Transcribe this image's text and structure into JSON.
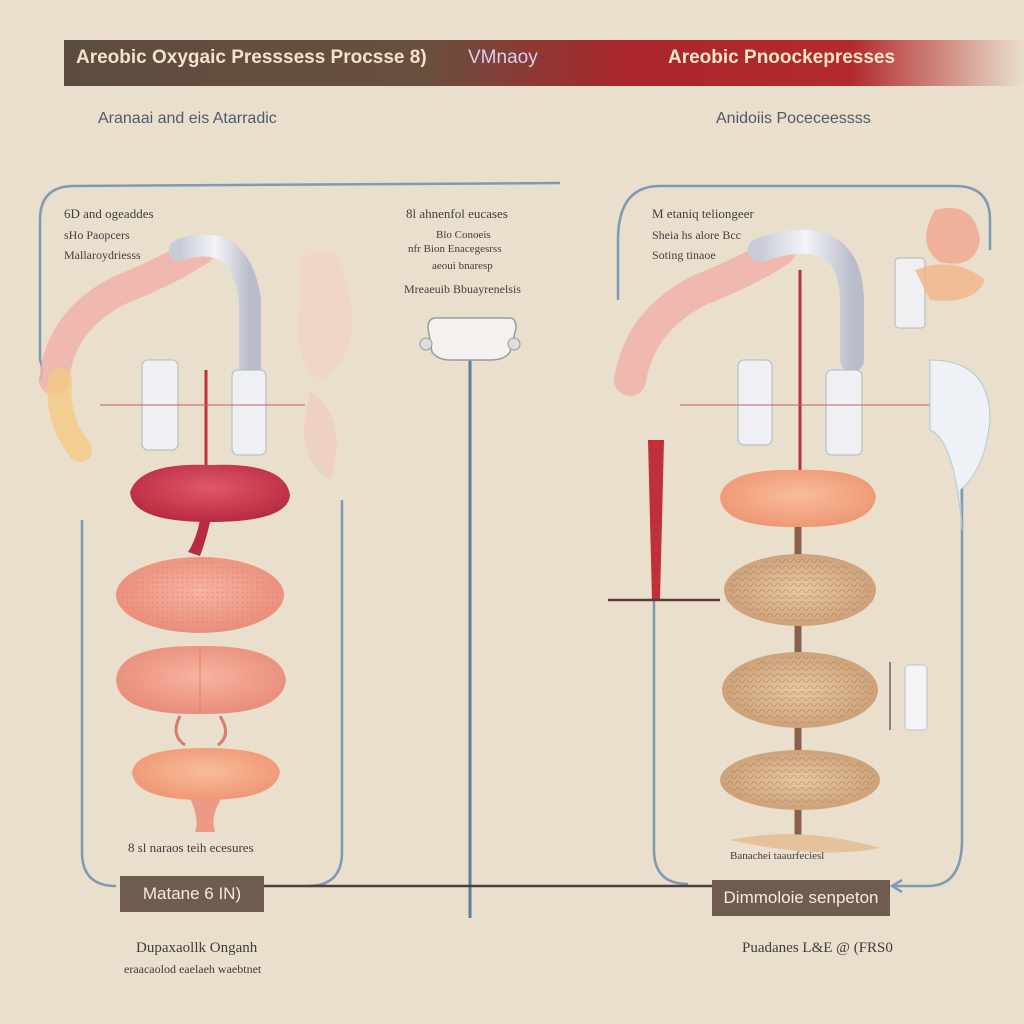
{
  "banner": {
    "left_title": "Areobic Oxygaic Presssess Procsse 8)",
    "center_title": "VMnaoy",
    "right_title": "Areobic Pnoockepresses"
  },
  "headings": {
    "left": "Aranaai and eis Atarradic",
    "right": "Anidoiis Poceceessss"
  },
  "left_panel": {
    "labels": [
      "6D and ogeaddes",
      "sHo Paopcers",
      "Mallaroydriesss"
    ],
    "bottom_label": "8  sl naraos teih ecesures"
  },
  "center": {
    "labels": [
      "8l ahnenfol eucases",
      "Blo Conoeis",
      "nfr Bion Enacegesrss",
      "aeoui bnaresp",
      "Mreaeuib Bbuayrenelsis"
    ]
  },
  "right_panel": {
    "labels": [
      "M etaniq teliongeer",
      "Sheia hs alore Bcc",
      "Soting tinaoe"
    ],
    "bottom_label": "Banachei taaurfeciesl"
  },
  "boxes": {
    "left": "Matane 6 IN)",
    "right": "Dimmoloie senpeton"
  },
  "captions": {
    "left_line1": "Dupaxaollk Onganh",
    "left_line2": "eraacaolod eaelaeh waebtnet",
    "right": "Puadanes L&E @ (FRS0"
  },
  "colors": {
    "background": "#eadfcc",
    "banner_dark": "#5c4c40",
    "banner_red": "#b22a2d",
    "panel_line": "#7f9ab4",
    "box": "#6e5d4e",
    "organ_red": "#c8394c",
    "organ_salmon": "#ef9a85",
    "organ_peach": "#f2a57d",
    "fiber": "#cfa67f"
  }
}
